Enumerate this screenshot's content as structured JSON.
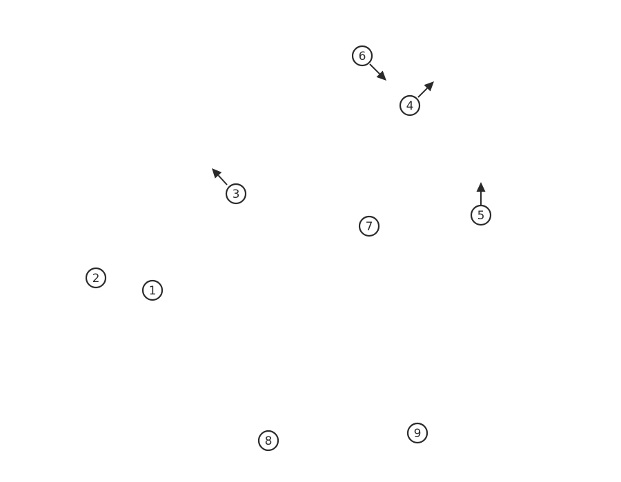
{
  "diagram": {
    "colors": {
      "background": "#ffffff",
      "ink": "#2a2a2a"
    },
    "markers": [
      {
        "label": "1",
        "arrow": "none"
      },
      {
        "label": "2",
        "arrow": "none"
      },
      {
        "label": "3",
        "arrow": "up-left"
      },
      {
        "label": "4",
        "arrow": "up-right"
      },
      {
        "label": "5",
        "arrow": "up"
      },
      {
        "label": "6",
        "arrow": "down-right"
      },
      {
        "label": "7",
        "arrow": "none"
      },
      {
        "label": "8",
        "arrow": "none"
      },
      {
        "label": "9",
        "arrow": "none"
      }
    ]
  }
}
